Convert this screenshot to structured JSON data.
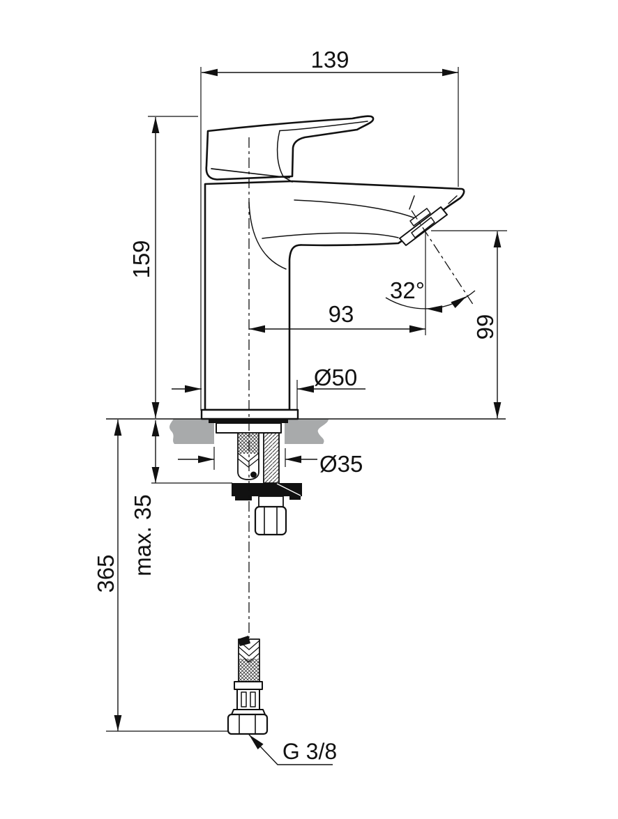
{
  "drawing": {
    "subject": "Single-lever basin mixer tap - side elevation technical dimension drawing",
    "background": "#ffffff",
    "line_color": "#111111",
    "deck_fill": "#a8aaab",
    "dimensions": {
      "overall_projection": "139",
      "body_height": "159",
      "spout_reach": "93",
      "outlet_angle": "32°",
      "outlet_height": "99",
      "base_diameter": "Ø50",
      "mounting_hole_diameter": "Ø35",
      "max_deck_thickness": "max. 35",
      "supply_hose_length": "365",
      "connection_thread": "G 3/8"
    }
  }
}
